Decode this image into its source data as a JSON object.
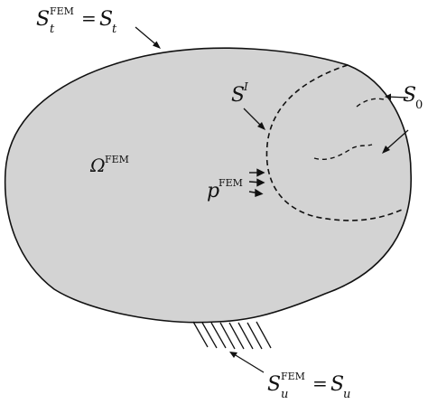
{
  "colors": {
    "domain_fill": "#d3d3d3",
    "stroke": "#111111",
    "background": "#ffffff"
  },
  "labels": {
    "s_t": {
      "base_left": "S",
      "sub_left": "t",
      "sup_left": "FEM",
      "equals": "=",
      "base_right": "S",
      "sub_right": "t"
    },
    "s_i": {
      "base": "S",
      "sup": "I"
    },
    "s_0": {
      "base": "S",
      "sub": "0"
    },
    "omega": {
      "base": "Ω",
      "sup": "FEM"
    },
    "p": {
      "base": "p",
      "sup": "FEM"
    },
    "s_u": {
      "base_left": "S",
      "sub_left": "u",
      "sup_left": "FEM",
      "equals": "=",
      "base_right": "S",
      "sub_right": "u"
    }
  }
}
